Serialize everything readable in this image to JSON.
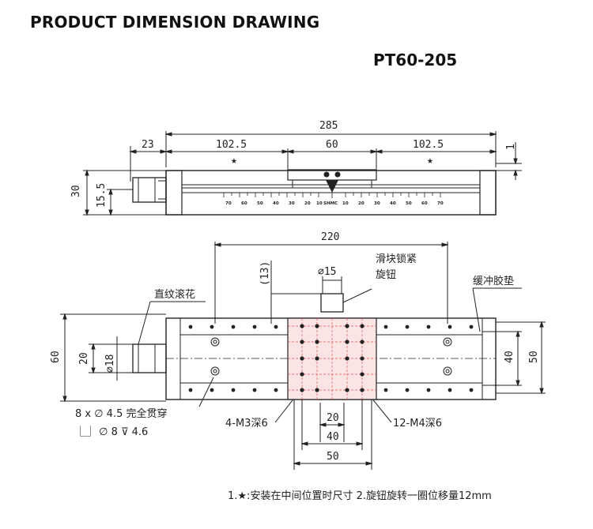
{
  "header": {
    "title": "PRODUCT DIMENSION DRAWING",
    "model": "PT60-205"
  },
  "top_view": {
    "overall_length": "285",
    "left_knob_length": "23",
    "left_travel": "102.5",
    "carriage_width": "60",
    "right_travel": "102.5",
    "right_clearance": "1",
    "height": "30",
    "knob_center_height": "15.5",
    "star": "★",
    "scale_labels": [
      "70",
      "60",
      "50",
      "40",
      "30",
      "20",
      "10",
      "SHMC",
      "10",
      "20",
      "30",
      "40",
      "50",
      "60",
      "70"
    ]
  },
  "plan_view": {
    "mount_span": "220",
    "offset": "(13)",
    "knob_diameter": "∅15",
    "lock_knob_label_line1": "滑块锁紧",
    "lock_knob_label_line2": "旋钮",
    "buffer_label": "缓冲胶垫",
    "knurl_label": "直纹滚花",
    "base_width": "60",
    "knob_width": "20",
    "knob_dia": "∅18",
    "right_inner": "40",
    "right_outer": "50",
    "holes_spec_line1": "8 x ∅ 4.5 完全贯穿",
    "holes_spec_line2": "⎿⏌ ∅ 8 ⊽ 4.6",
    "m3_label": "4-M3深6",
    "m4_label": "12-M4深6",
    "bottom_dim_20": "20",
    "bottom_dim_40": "40",
    "bottom_dim_50": "50"
  },
  "notes": {
    "text": "1.★:安装在中间位置时尺寸  2.旋钮旋转一圈位移量12mm"
  }
}
